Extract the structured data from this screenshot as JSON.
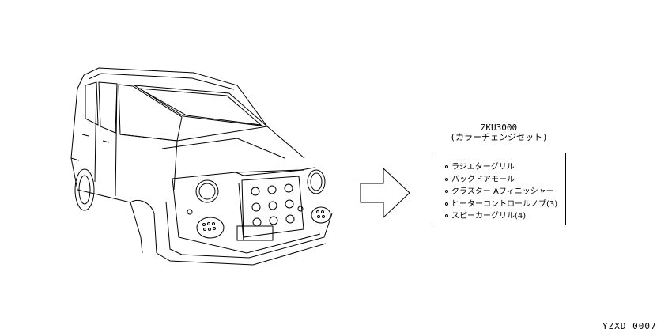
{
  "kit": {
    "code": "ZKU3000",
    "name": "(カラーチェンジセット)",
    "items": [
      {
        "label": "ラジエターグリル"
      },
      {
        "label": "バックドアモール"
      },
      {
        "label": "クラスター Aフィニッシャー"
      },
      {
        "label": "ヒーターコントロールノブ(3)"
      },
      {
        "label": "スピーカーグリル(4)"
      }
    ]
  },
  "diagram_id": "YZXD 0007"
}
